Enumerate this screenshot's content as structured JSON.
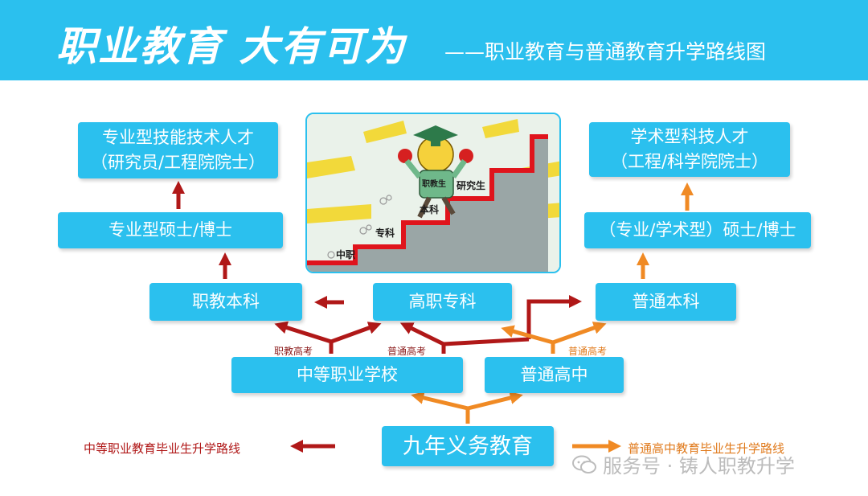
{
  "header": {
    "title": "职业教育 大有可为",
    "subtitle": "——职业教育与普通教育升学路线图"
  },
  "boxes": {
    "top_left_line1": "专业型技能技术人才",
    "top_left_line2": "（研究员/工程院院士）",
    "top_right_line1": "学术型科技人才",
    "top_right_line2": "（工程/科学院院士）",
    "prof_master": "专业型硕士/博士",
    "acad_master": "（专业/学术型）硕士/博士",
    "voc_bachelor": "职教本科",
    "higher_voc": "高职专科",
    "regular_bachelor": "普通本科",
    "secondary_voc": "中等职业学校",
    "regular_high": "普通高中",
    "compulsory": "九年义务教育"
  },
  "illustration": {
    "label_zhongzhi": "中职",
    "label_zhuanke": "专科",
    "label_benke": "本科",
    "label_yanjiusheng": "研究生",
    "label_shirt": "职教生"
  },
  "labels": {
    "voc_exam": "职教高考",
    "regular_exam_left": "普通高考",
    "regular_exam_right": "普通高考"
  },
  "legend": {
    "left": "中等职业教育毕业生升学路线",
    "right": "普通高中教育毕业生升学路线"
  },
  "watermark": {
    "text": "服务号 · 铸人职教升学"
  },
  "colors": {
    "banner": "#2bc0ee",
    "red_route": "#b01818",
    "orange_route": "#f08a24"
  }
}
